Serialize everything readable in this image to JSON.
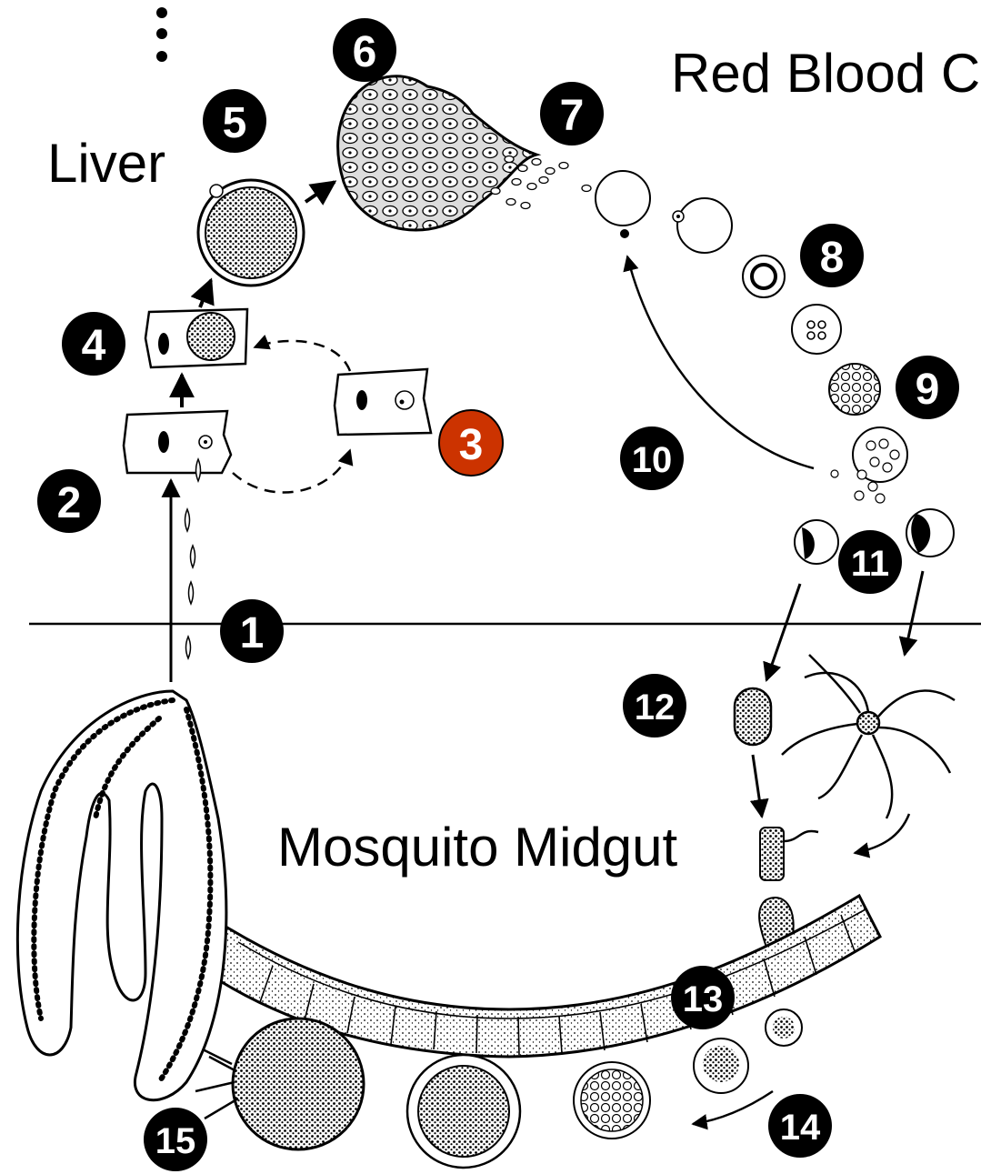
{
  "regions": {
    "liver": "Liver",
    "red_blood": "Red Blood C",
    "midgut": "Mosquito Midgut"
  },
  "step_markers": [
    {
      "label": "1",
      "color": "#000000"
    },
    {
      "label": "2",
      "color": "#000000"
    },
    {
      "label": "3",
      "color": "#cc3300"
    },
    {
      "label": "4",
      "color": "#000000"
    },
    {
      "label": "5",
      "color": "#000000"
    },
    {
      "label": "6",
      "color": "#000000"
    },
    {
      "label": "7",
      "color": "#000000"
    },
    {
      "label": "8",
      "color": "#000000"
    },
    {
      "label": "9",
      "color": "#000000"
    },
    {
      "label": "10",
      "color": "#000000"
    },
    {
      "label": "11",
      "color": "#000000"
    },
    {
      "label": "12",
      "color": "#000000"
    },
    {
      "label": "13",
      "color": "#000000"
    },
    {
      "label": "14",
      "color": "#000000"
    },
    {
      "label": "15",
      "color": "#000000"
    }
  ],
  "colors": {
    "ink": "#000000",
    "highlight": "#cc3300",
    "background": "#ffffff"
  }
}
